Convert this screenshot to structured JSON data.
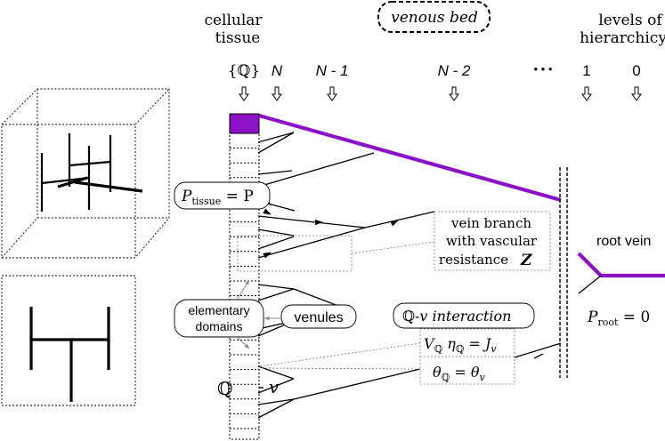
{
  "header": {
    "cellular_line1": "cellular",
    "cellular_line2": "tissue",
    "venous_bed": "venous bed",
    "levels_line1": "levels of",
    "levels_line2": "hierarchicy"
  },
  "levels": [
    "{ℚ}",
    "N",
    "N - 1",
    "N - 2",
    "• • •",
    "1",
    "0"
  ],
  "labels": {
    "p_tissue_main": "P",
    "p_tissue_sub": "tissue",
    "p_tissue_rhs": " = P",
    "vein_branch_line1": "vein branch",
    "vein_branch_line2": "with vascular",
    "vein_branch_line3": "resistance",
    "vein_branch_symbol": "Z",
    "root_vein": "root vein",
    "p_root_main": "P",
    "p_root_sub": "root",
    "p_root_rhs": " = 0",
    "elementary_line1": "elementary",
    "elementary_line2": "domains",
    "venules": "venules",
    "interaction_q": "ℚ-",
    "interaction_v": "v",
    "interaction_word": " interaction",
    "eq1_v": "V",
    "eq1_q1": "ℚ",
    "eq1_eta": " η",
    "eq1_q2": "ℚ",
    "eq1_rhs": " = J",
    "eq1_sub": "v",
    "eq2_theta": "θ",
    "eq2_q": "ℚ",
    "eq2_rhs": " = θ",
    "eq2_sub": "v",
    "cell_q": "ℚ",
    "cell_v": "v"
  },
  "colors": {
    "highlight": "#8b12c6",
    "line": "#000000",
    "arrow_gray": "#888888"
  }
}
